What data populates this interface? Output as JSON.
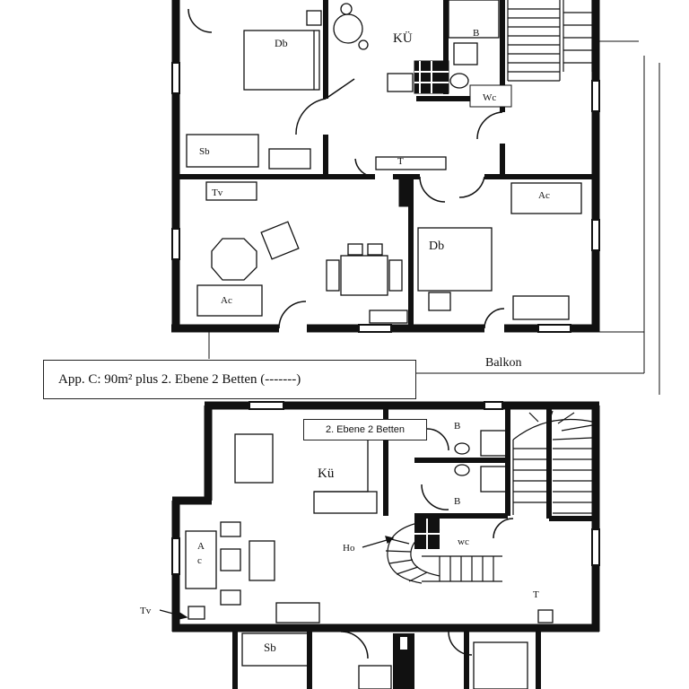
{
  "caption": "App. C: 90m² plus 2. Ebene 2 Betten (-------)",
  "upper_tag": "2. Ebene  2 Betten",
  "balcony_label": "Balkon",
  "top_floor": {
    "labels": {
      "db_left": "Db",
      "kue": "KÜ",
      "b": "B",
      "wc": "Wc",
      "sb": "Sb",
      "t": "T",
      "tv": "Tv",
      "ac_right": "Ac",
      "db_right": "Db",
      "ac_left": "Ac"
    }
  },
  "bottom_floor": {
    "labels": {
      "kue": "Kü",
      "b_top": "B",
      "b_bottom": "B",
      "ac_a": "A",
      "ac_c": "c",
      "ho": "Ho",
      "wc": "wc",
      "tv": "Tv",
      "t": "T",
      "sb": "Sb"
    }
  }
}
